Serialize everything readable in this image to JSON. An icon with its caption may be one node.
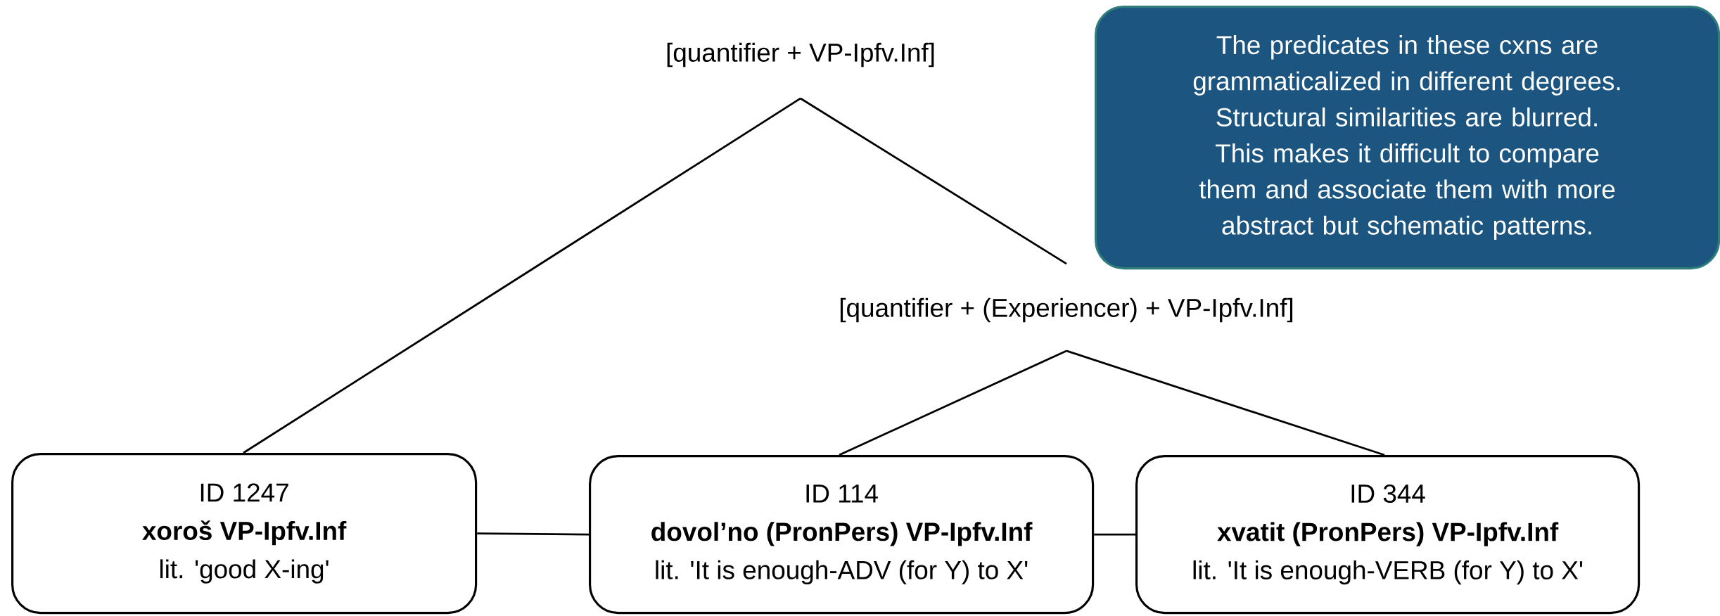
{
  "diagram": {
    "nodes": [
      {
        "text": [
          "[quantifier + VP-Ipfv.Inf]"
        ]
      },
      {
        "text": [
          "[quantifier + (Experiencer) + VP-Ipfv.Inf]"
        ]
      },
      {
        "text": [
          "ID 1247",
          "xoroš VP-Ipfv.Inf",
          "lit. 'good X-ing'"
        ]
      },
      {
        "text": [
          "ID 114",
          "dovol’no (PronPers) VP-Ipfv.Inf",
          "lit. 'It is enough-ADV (for Y) to X'"
        ]
      },
      {
        "text": [
          "ID 344",
          "xvatit (PronPers) VP-Ipfv.Inf",
          "lit. 'It is enough-VERB (for Y) to X'"
        ]
      },
      {
        "text": [
          "The predicates in these cxns are grammaticalized in different degrees. Structural similarities are blurred. This makes it difficult to compare them and associate them with more abstract but schematic patterns."
        ]
      }
    ],
    "edges": [
      {
        "from": 0,
        "to": 2,
        "arrow": "none"
      },
      {
        "from": 0,
        "to": 1,
        "arrow": "none"
      },
      {
        "from": 1,
        "to": 3,
        "arrow": "none"
      },
      {
        "from": 1,
        "to": 4,
        "arrow": "none"
      },
      {
        "from": 2,
        "to": 3,
        "arrow": "none"
      },
      {
        "from": 3,
        "to": 4,
        "arrow": "none"
      }
    ]
  }
}
